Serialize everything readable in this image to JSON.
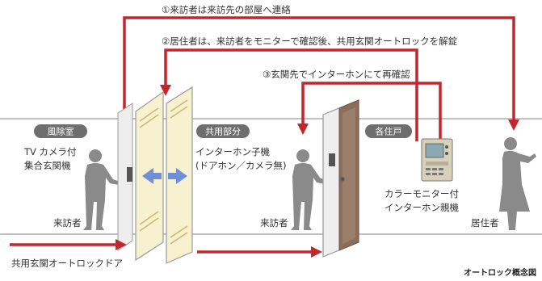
{
  "steps": {
    "step1": "①来訪者は来訪先の部屋へ連絡",
    "step2": "②居住者は、来訪者をモニターで確認後、共用玄関オートロックを解錠",
    "step3": "③玄関先でインターホンにて再確認"
  },
  "areas": {
    "lobby": "風除室",
    "common": "共用部分",
    "unit": "各住戸"
  },
  "devices": {
    "panel_line1": "TV カメラ付",
    "panel_line2": "集合玄関機",
    "door_station_line1": "インターホン子機",
    "door_station_line2": "(ドアホン／カメラ無)",
    "monitor_line1": "カラーモニター付",
    "monitor_line2": "インターホン親機"
  },
  "people": {
    "visitor_1": "来訪者",
    "visitor_2": "来訪者",
    "resident": "居住者"
  },
  "door_label": "共用玄関オートロックドア",
  "caption": "オートロック概念図",
  "colors": {
    "arrow_red": "#c1272d",
    "badge_gray": "#6e6e6e",
    "silhouette": "#8a8a8a",
    "wall_line": "#9a9a9a",
    "door_glass": "#f7f1cf",
    "slide_arrow": "#6f8fd6"
  }
}
